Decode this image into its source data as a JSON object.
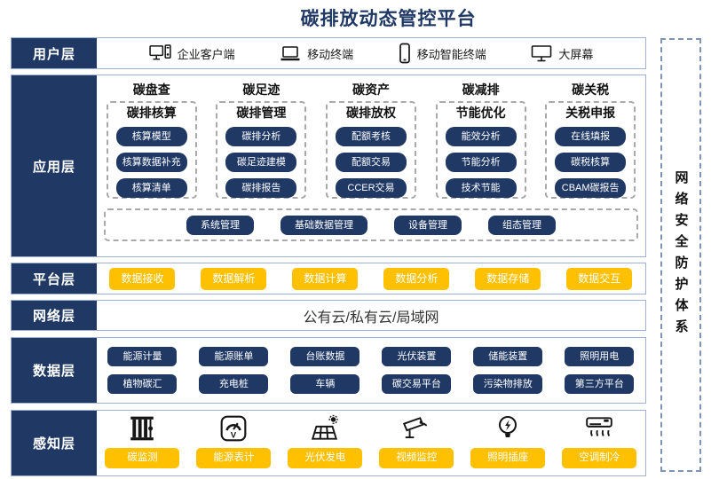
{
  "title": "碳排放动态管控平台",
  "colors": {
    "navy": "#1f3864",
    "yellow": "#ffc000",
    "row_border": "#9fb2d2",
    "dash_gray": "#a9a9a9",
    "sidebar_dash": "#7e94b4"
  },
  "sidebar": {
    "label": "网络安全防护体系"
  },
  "layers": {
    "user": {
      "label": "用户层",
      "items": [
        {
          "icon": "desktop-pc-icon",
          "label": "企业客户端"
        },
        {
          "icon": "laptop-icon",
          "label": "移动终端"
        },
        {
          "icon": "smartphone-icon",
          "label": "移动智能终端"
        },
        {
          "icon": "big-screen-icon",
          "label": "大屏幕"
        }
      ]
    },
    "application": {
      "label": "应用层",
      "columns": [
        {
          "header": "碳盘查",
          "title": "碳排核算",
          "items": [
            "核算模型",
            "核算数据补充",
            "核算清单"
          ]
        },
        {
          "header": "碳足迹",
          "title": "碳排管理",
          "items": [
            "碳排分析",
            "碳足迹建模",
            "碳排报告"
          ]
        },
        {
          "header": "碳资产",
          "title": "碳排放权",
          "items": [
            "配额考核",
            "配额交易",
            "CCER交易"
          ]
        },
        {
          "header": "碳减排",
          "title": "节能优化",
          "items": [
            "能效分析",
            "节能分析",
            "技术节能"
          ]
        },
        {
          "header": "碳关税",
          "title": "关税申报",
          "items": [
            "在线填报",
            "碳税核算",
            "CBAM碳报告"
          ]
        }
      ],
      "management": [
        "系统管理",
        "基础数据管理",
        "设备管理",
        "组态管理"
      ]
    },
    "platform": {
      "label": "平台层",
      "items": [
        "数据接收",
        "数据解析",
        "数据计算",
        "数据分析",
        "数据存储",
        "数据交互"
      ]
    },
    "network": {
      "label": "网络层",
      "text": "公有云/私有云/局域网"
    },
    "data": {
      "label": "数据层",
      "rows": [
        [
          "能源计量",
          "能源账单",
          "台账数据",
          "光伏装置",
          "储能装置",
          "照明用电"
        ],
        [
          "植物碳汇",
          "充电桩",
          "车辆",
          "碳交易平台",
          "污染物排放",
          "第三方平台"
        ]
      ]
    },
    "perception": {
      "label": "感知层",
      "items": [
        {
          "icon": "carbon-monitor-icon",
          "label": "碳监测"
        },
        {
          "icon": "energy-meter-icon",
          "label": "能源表计"
        },
        {
          "icon": "solar-panel-icon",
          "label": "光伏发电"
        },
        {
          "icon": "cctv-camera-icon",
          "label": "视频监控"
        },
        {
          "icon": "light-bulb-icon",
          "label": "照明插座"
        },
        {
          "icon": "air-conditioner-icon",
          "label": "空调制冷"
        }
      ]
    }
  }
}
